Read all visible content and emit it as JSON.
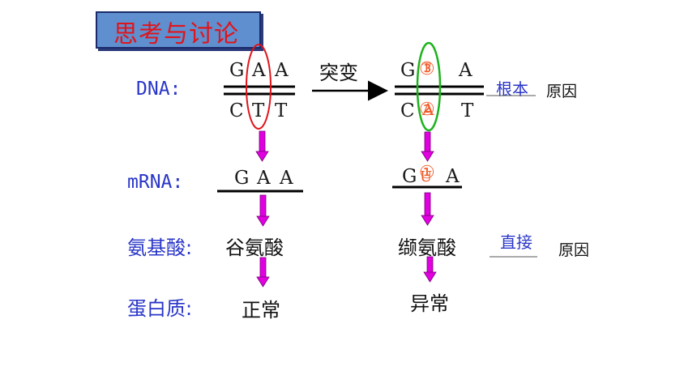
{
  "title": "思考与讨论",
  "row_labels": {
    "dna": "DNA:",
    "mrna": "mRNA:",
    "amino_acid": "氨基酸:",
    "protein": "蛋白质:"
  },
  "original": {
    "dna_top": [
      "G",
      "A",
      "A"
    ],
    "dna_bottom": [
      "C",
      "T",
      "T"
    ],
    "mrna": [
      "G",
      "A",
      "A"
    ],
    "amino_acid": "谷氨酸",
    "protein": "正常"
  },
  "mutated": {
    "dna_top": [
      "G",
      "③",
      "A"
    ],
    "dna_bottom": [
      "C",
      "②",
      "T"
    ],
    "dna_top_hidden": "T",
    "dna_bottom_hidden": "A",
    "mrna": [
      "G",
      "①",
      "A"
    ],
    "mrna_hidden": "U",
    "amino_acid": "缬氨酸",
    "protein": "异常"
  },
  "mutation_label": "突变",
  "fill_in": {
    "root_answer": "根本",
    "root_suffix": "原因",
    "direct_answer": "直接",
    "direct_suffix": "原因"
  },
  "colors": {
    "title_bg": "#5f8fcf",
    "title_text": "#e0141b",
    "label_blue": "#2a36c8",
    "ellipse_red": "#e0141b",
    "ellipse_green": "#1db21d",
    "arrow_magenta": "#e000e0",
    "number_orange": "#f05a28"
  }
}
